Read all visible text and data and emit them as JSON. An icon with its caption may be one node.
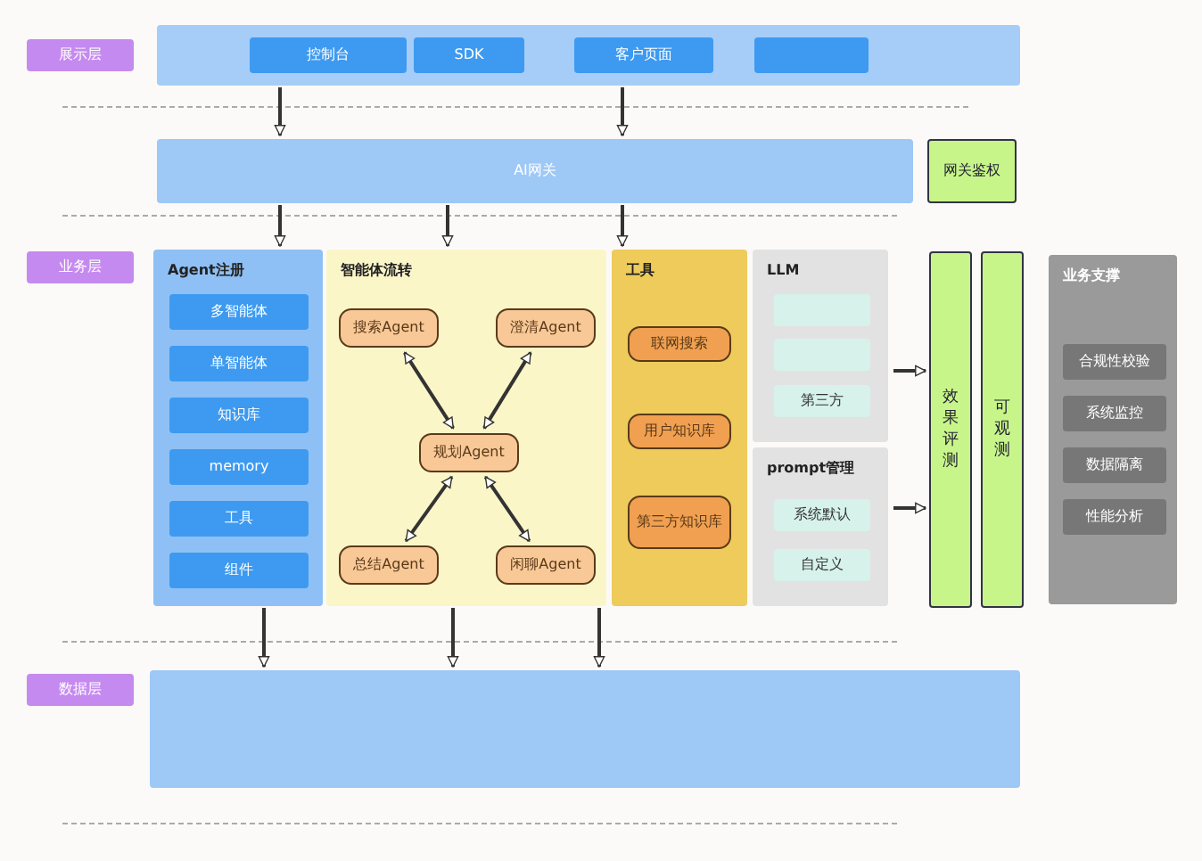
{
  "diagram": {
    "nodes": [
      {
        "text": [
          "展示层"
        ]
      },
      {
        "text": [],
        "shape": "box"
      },
      {
        "text": [
          "控制台"
        ],
        "in": 1
      },
      {
        "text": [
          "SDK"
        ],
        "in": 1
      },
      {
        "text": [
          "客户页面"
        ],
        "in": 1
      },
      {
        "text": [],
        "shape": "box",
        "in": 1
      },
      {
        "text": [
          "AI网关"
        ]
      },
      {
        "text": [
          "网关鉴权"
        ]
      },
      {
        "text": [
          "业务层"
        ]
      },
      {
        "text": [
          "Agent注册"
        ]
      },
      {
        "text": [
          "多智能体"
        ],
        "in": 9
      },
      {
        "text": [
          "单智能体"
        ],
        "in": 9
      },
      {
        "text": [
          "知识库"
        ],
        "in": 9
      },
      {
        "text": [
          "memory"
        ],
        "in": 9
      },
      {
        "text": [
          "工具"
        ],
        "in": 9
      },
      {
        "text": [
          "组件"
        ],
        "in": 9
      },
      {
        "text": [
          "智能体流转"
        ]
      },
      {
        "text": [
          "搜索Agent"
        ],
        "in": 16
      },
      {
        "text": [
          "澄清Agent"
        ],
        "in": 16
      },
      {
        "text": [
          "规划Agent"
        ],
        "in": 16
      },
      {
        "text": [
          "总结Agent"
        ],
        "in": 16
      },
      {
        "text": [
          "闲聊Agent"
        ],
        "in": 16
      },
      {
        "text": [
          "工具"
        ]
      },
      {
        "text": [
          "联网搜索"
        ],
        "in": 22
      },
      {
        "text": [
          "用户知识库"
        ],
        "in": 22
      },
      {
        "text": [
          "第三方知识库"
        ],
        "in": 22
      },
      {
        "text": [
          "LLM"
        ]
      },
      {
        "text": [],
        "shape": "box",
        "in": 26
      },
      {
        "text": [],
        "shape": "box",
        "in": 26
      },
      {
        "text": [
          "第三方"
        ],
        "in": 26
      },
      {
        "text": [
          "prompt管理"
        ]
      },
      {
        "text": [
          "系统默认"
        ],
        "in": 30
      },
      {
        "text": [
          "自定义"
        ],
        "in": 30
      },
      {
        "text": [
          "效果评测"
        ]
      },
      {
        "text": [
          "可观测"
        ]
      },
      {
        "text": [
          "业务支撑"
        ]
      },
      {
        "text": [
          "合规性校验"
        ],
        "in": 35
      },
      {
        "text": [
          "系统监控"
        ],
        "in": 35
      },
      {
        "text": [
          "数据隔离"
        ],
        "in": 35
      },
      {
        "text": [
          "性能分析"
        ],
        "in": 35
      },
      {
        "text": [
          "数据层"
        ]
      },
      {
        "text": [],
        "shape": "box"
      }
    ],
    "edges": [
      {
        "from": 1,
        "to": 6,
        "arrow": "to"
      },
      {
        "from": 1,
        "to": 6,
        "arrow": "to"
      },
      {
        "from": 6,
        "to": 9,
        "arrow": "to"
      },
      {
        "from": 6,
        "to": 16,
        "arrow": "to"
      },
      {
        "from": 6,
        "to": 22,
        "arrow": "to"
      },
      {
        "from": 19,
        "to": 17,
        "arrow": "both"
      },
      {
        "from": 19,
        "to": 18,
        "arrow": "both"
      },
      {
        "from": 19,
        "to": 20,
        "arrow": "both"
      },
      {
        "from": 19,
        "to": 21,
        "arrow": "both"
      },
      {
        "from": 26,
        "to": 33,
        "arrow": "to"
      },
      {
        "from": 30,
        "to": 33,
        "arrow": "to"
      },
      {
        "from": 9,
        "to": 41,
        "arrow": "to"
      },
      {
        "from": 16,
        "to": 41,
        "arrow": "to"
      },
      {
        "from": 22,
        "to": 41,
        "arrow": "to"
      }
    ]
  }
}
